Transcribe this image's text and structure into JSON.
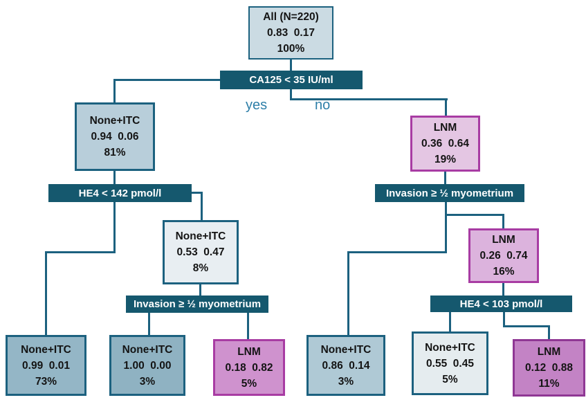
{
  "diagram": {
    "type": "decision-tree",
    "description": "Classification tree for lymph node metastasis (LNM) vs None+ITC, N=220"
  },
  "nodes": {
    "root": {
      "title": "All (N=220)",
      "values": "0.83  0.17",
      "share": "100%"
    },
    "none_81": {
      "title": "None+ITC",
      "values": "0.94  0.06",
      "share": "81%"
    },
    "lnm_19": {
      "title": "LNM",
      "values": "0.36  0.64",
      "share": "19%"
    },
    "none_8": {
      "title": "None+ITC",
      "values": "0.53  0.47",
      "share": "8%"
    },
    "lnm_16": {
      "title": "LNM",
      "values": "0.26  0.74",
      "share": "16%"
    },
    "leaf_none_73": {
      "title": "None+ITC",
      "values": "0.99  0.01",
      "share": "73%"
    },
    "leaf_none_3a": {
      "title": "None+ITC",
      "values": "1.00  0.00",
      "share": "3%"
    },
    "leaf_lnm_5": {
      "title": "LNM",
      "values": "0.18  0.82",
      "share": "5%"
    },
    "leaf_none_3b": {
      "title": "None+ITC",
      "values": "0.86  0.14",
      "share": "3%"
    },
    "leaf_none_5": {
      "title": "None+ITC",
      "values": "0.55  0.45",
      "share": "5%"
    },
    "leaf_lnm_11": {
      "title": "LNM",
      "values": "0.12  0.88",
      "share": "11%"
    }
  },
  "decisions": {
    "ca125": "CA125 < 35 IU/ml",
    "he4_142": "HE4 < 142 pmol/l",
    "invasion_right": "Invasion ≥ ½ myometrium",
    "invasion_left": "Invasion ≥ ½ myometrium",
    "he4_103": "HE4 < 103 pmol/l"
  },
  "branch_labels": {
    "yes": "yes",
    "no": "no"
  },
  "colors": {
    "decision_bar_bg": "#15586E",
    "decision_bar_text": "#FFFFFF",
    "connector_line": "#1C617F",
    "blue_border": "#1C617F",
    "pink_border": "#A83CA3",
    "pink_border_dark": "#8F3794",
    "branch_label_text": "#2E7FA8",
    "fill_root": "#CBDBE3",
    "fill_none_81": "#B8CEDA",
    "fill_none_8": "#E8EEF2",
    "fill_leaf_73": "#94B6C6",
    "fill_leaf_3a": "#8FB2C2",
    "fill_leaf_3b": "#AFC9D5",
    "fill_leaf_5": "#E5ECEF",
    "fill_lnm_19": "#E4C6E3",
    "fill_lnm_16": "#DCB3DD",
    "fill_lnm_5": "#CF92CE",
    "fill_lnm_11": "#C383C5"
  }
}
